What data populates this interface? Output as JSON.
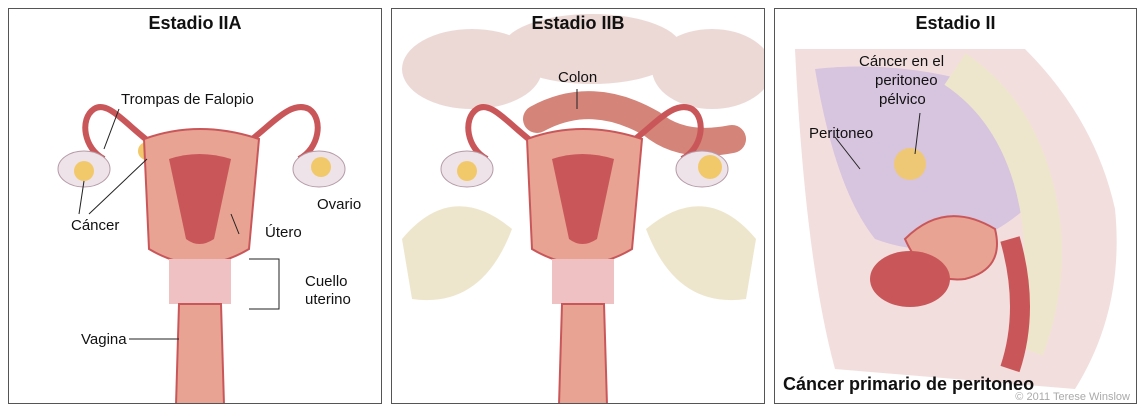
{
  "panels": [
    {
      "title": "Estadio IIA",
      "labels": {
        "fallopian": "Trompas de Falopio",
        "cancer": "Cáncer",
        "ovary": "Ovario",
        "uterus": "Útero",
        "cervix_line1": "Cuello",
        "cervix_line2": "uterino",
        "vagina": "Vagina"
      }
    },
    {
      "title": "Estadio IIB",
      "labels": {
        "colon": "Colon"
      }
    },
    {
      "title": "Estadio II",
      "labels": {
        "cancer_line1": "Cáncer en el",
        "cancer_line2": "peritoneo",
        "cancer_line3": "pélvico",
        "peritoneum": "Peritoneo"
      },
      "footer": "Cáncer primario de peritoneo"
    }
  ],
  "credit": "© 2011 Terese Winslow",
  "colors": {
    "uterus": "#e8a393",
    "uterus_inner": "#c9575a",
    "cancer": "#f2c96a",
    "bowel": "#ecd9d6",
    "bone": "#eee6cc"
  }
}
